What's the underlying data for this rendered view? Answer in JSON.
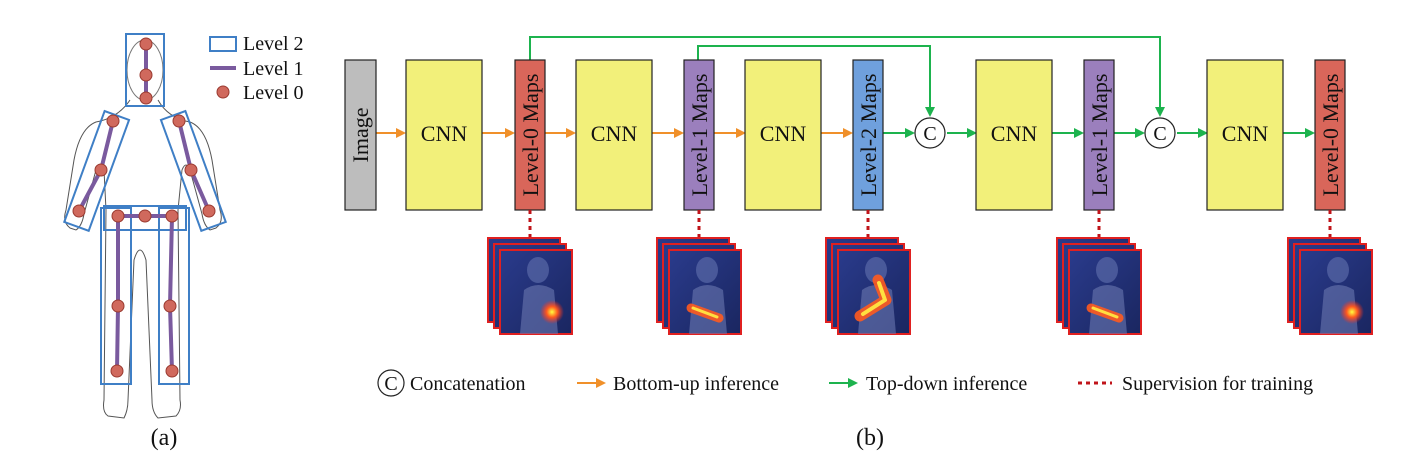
{
  "panel_a": {
    "legend": {
      "level2": "Level 2",
      "level1": "Level 1",
      "level0": "Level 0"
    },
    "caption": "(a)"
  },
  "panel_b": {
    "blocks": [
      {
        "id": "image",
        "label": "Image",
        "kind": "image"
      },
      {
        "id": "cnn1",
        "label": "CNN",
        "kind": "cnn"
      },
      {
        "id": "maps0a",
        "label": "Level-0 Maps",
        "kind": "level0"
      },
      {
        "id": "cnn2",
        "label": "CNN",
        "kind": "cnn"
      },
      {
        "id": "maps1a",
        "label": "Level-1 Maps",
        "kind": "level1"
      },
      {
        "id": "cnn3",
        "label": "CNN",
        "kind": "cnn"
      },
      {
        "id": "maps2",
        "label": "Level-2 Maps",
        "kind": "level2"
      },
      {
        "id": "concat1",
        "label": "C",
        "kind": "concat"
      },
      {
        "id": "cnn4",
        "label": "CNN",
        "kind": "cnn"
      },
      {
        "id": "maps1b",
        "label": "Level-1 Maps",
        "kind": "level1"
      },
      {
        "id": "concat2",
        "label": "C",
        "kind": "concat"
      },
      {
        "id": "cnn5",
        "label": "CNN",
        "kind": "cnn"
      },
      {
        "id": "maps0b",
        "label": "Level-0 Maps",
        "kind": "level0"
      }
    ],
    "legend": {
      "concat_symbol": "C",
      "concat": "Concatenation",
      "bottom_up": "Bottom-up inference",
      "top_down": "Top-down inference",
      "supervision": "Supervision for training"
    },
    "caption": "(b)"
  },
  "colors": {
    "cnn": "#f2f07a",
    "image": "#bdbdbd",
    "level0": "#d9665a",
    "level1": "#9b7fbd",
    "level2": "#6fa0dd",
    "bottom_up_arrow": "#f0902a",
    "top_down_arrow": "#1db34e",
    "supervision": "#c0141a",
    "body_box": "#3f7fc6",
    "limb_line": "#7a5a9e",
    "joint": "#d0695d"
  }
}
